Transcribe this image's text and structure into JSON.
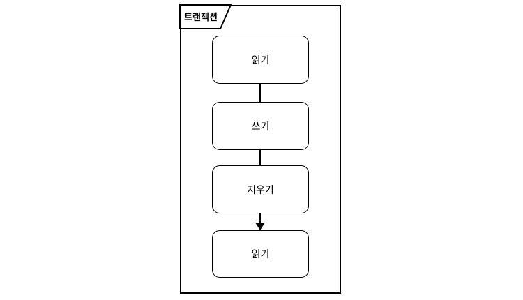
{
  "diagram": {
    "frame": {
      "label": "트랜젝션"
    },
    "nodes": [
      {
        "id": "read-1",
        "label": "읽기"
      },
      {
        "id": "write",
        "label": "쓰기"
      },
      {
        "id": "erase",
        "label": "지우기"
      },
      {
        "id": "read-2",
        "label": "읽기"
      }
    ],
    "edges": [
      {
        "from": "read-1",
        "to": "write",
        "arrow": false
      },
      {
        "from": "write",
        "to": "erase",
        "arrow": false
      },
      {
        "from": "erase",
        "to": "read-2",
        "arrow": true
      }
    ],
    "colors": {
      "stroke": "#000000",
      "fill": "#ffffff",
      "background": "#ffffff"
    }
  }
}
